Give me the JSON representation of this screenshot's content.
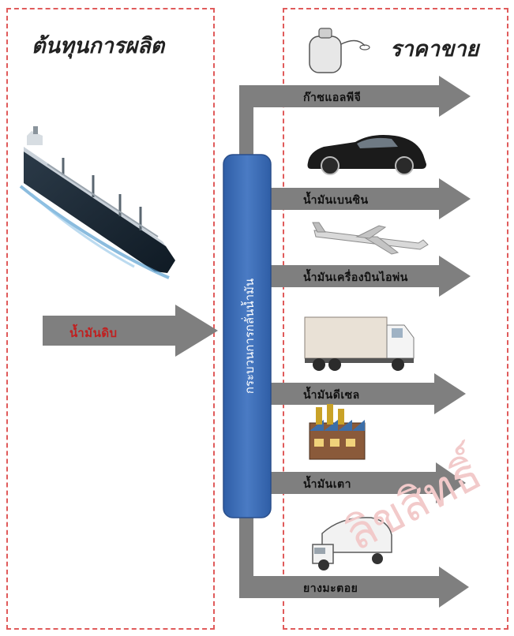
{
  "headings": {
    "production_cost": "ต้นทุนการผลิต",
    "sale_price": "ราคาขาย"
  },
  "input": {
    "label": "น้ำมันดิบ"
  },
  "process": {
    "label": "กระบวนการกลั่นน้ำมัน"
  },
  "outputs": [
    {
      "label": "ก๊าซแอลพีจี",
      "icon": "gas-cylinder-icon"
    },
    {
      "label": "น้ำมันเบนซิน",
      "icon": "sports-car-icon"
    },
    {
      "label": "น้ำมันเครื่องบินไอพ่น",
      "icon": "airplane-icon"
    },
    {
      "label": "น้ำมันดีเซล",
      "icon": "truck-icon"
    },
    {
      "label": "น้ำมันเตา",
      "icon": "factory-icon"
    },
    {
      "label": "ยางมะตอย",
      "icon": "tanker-truck-icon"
    }
  ],
  "watermark": "ลิขสิทธิ์",
  "colors": {
    "arrow": "#7f7f7f",
    "refinery": "#3f6db3",
    "panel_border": "#e05b5b",
    "input_label": "#c02020"
  }
}
